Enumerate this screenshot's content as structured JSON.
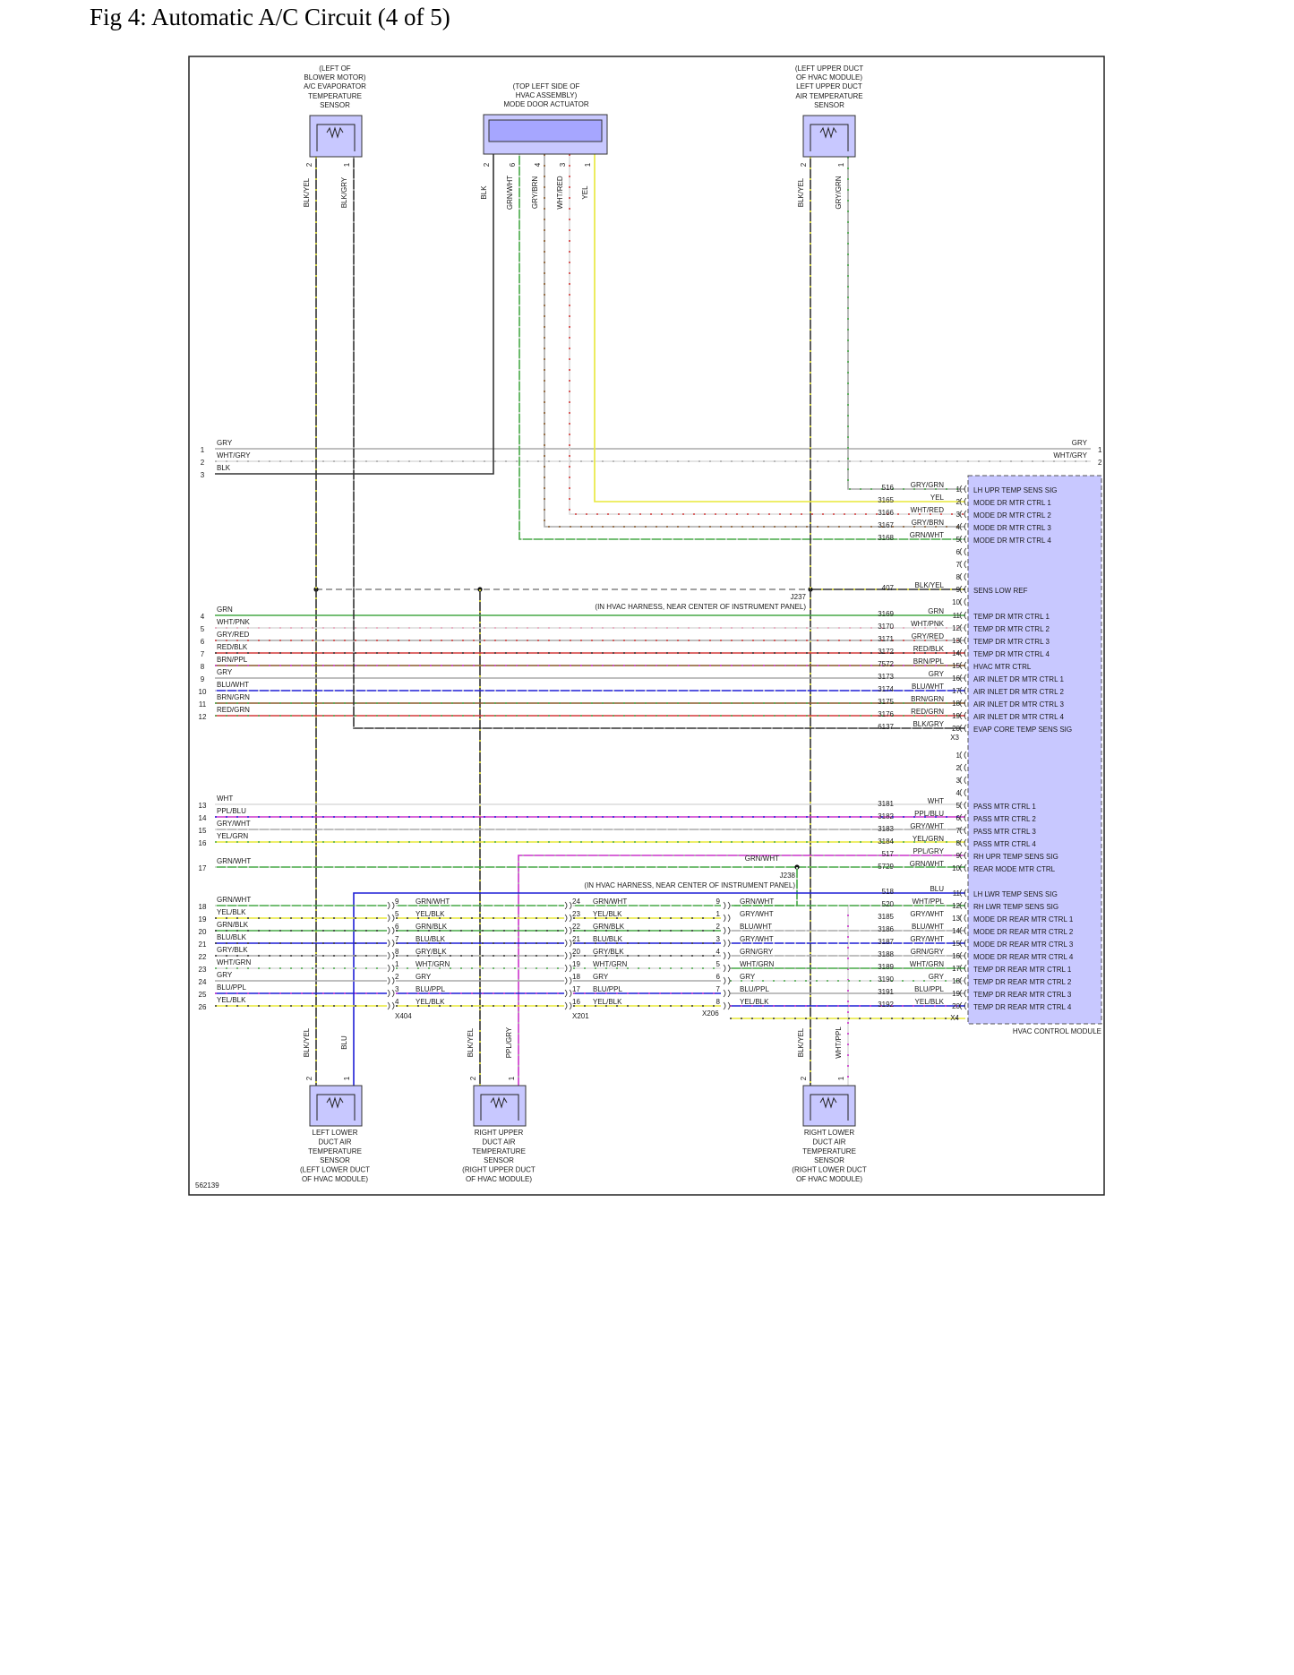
{
  "title": "Fig 4: Automatic A/C Circuit (4 of 5)",
  "diagram_id": "562139",
  "colors": {
    "GRY": "#aaaaaa",
    "WHT": "#dcdcdc",
    "BLK": "#333333",
    "YEL": "#e8e838",
    "GRN": "#46a946",
    "BLU": "#1f1fd6",
    "RED": "#d43a3a",
    "PPL": "#cc33cc",
    "BRN": "#8a5a2b",
    "PNK": "#e8a0b8",
    "module_fill": "#c8c8ff",
    "sensor_fill": "#c8c8ff",
    "frame": "#222222"
  },
  "top_components": [
    {
      "label": [
        "(LEFT OF",
        "BLOWER MOTOR)",
        "A/C EVAPORATOR",
        "TEMPERATURE",
        "SENSOR"
      ],
      "pins": [
        {
          "num": "2",
          "wire": "BLK/YEL"
        },
        {
          "num": "1",
          "wire": "BLK/GRY"
        }
      ]
    },
    {
      "label": [
        "(TOP LEFT SIDE OF",
        "HVAC ASSEMBLY)",
        "MODE DOOR ACTUATOR"
      ],
      "pins": [
        {
          "num": "2",
          "wire": "BLK"
        },
        {
          "num": "6",
          "wire": "GRN/WHT"
        },
        {
          "num": "4",
          "wire": "GRY/BRN"
        },
        {
          "num": "3",
          "wire": "WHT/RED"
        },
        {
          "num": "1",
          "wire": "YEL"
        }
      ]
    },
    {
      "label": [
        "(LEFT UPPER DUCT",
        "OF HVAC MODULE)",
        "LEFT UPPER DUCT",
        "AIR TEMPERATURE",
        "SENSOR"
      ],
      "pins": [
        {
          "num": "2",
          "wire": "BLK/YEL"
        },
        {
          "num": "1",
          "wire": "GRY/GRN"
        }
      ]
    }
  ],
  "bottom_components": [
    {
      "label": [
        "LEFT LOWER",
        "DUCT AIR",
        "TEMPERATURE",
        "SENSOR",
        "(LEFT LOWER DUCT",
        "OF HVAC MODULE)"
      ],
      "pins": [
        {
          "num": "2",
          "wire": "BLK/YEL"
        },
        {
          "num": "1",
          "wire": "BLU"
        }
      ]
    },
    {
      "label": [
        "RIGHT UPPER",
        "DUCT AIR",
        "TEMPERATURE",
        "SENSOR",
        "(RIGHT UPPER DUCT",
        "OF HVAC MODULE)"
      ],
      "pins": [
        {
          "num": "2",
          "wire": "BLK/YEL"
        },
        {
          "num": "1",
          "wire": "PPL/GRY"
        }
      ]
    },
    {
      "label": [
        "RIGHT LOWER",
        "DUCT AIR",
        "TEMPERATURE",
        "SENSOR",
        "(RIGHT LOWER DUCT",
        "OF HVAC MODULE)"
      ],
      "pins": [
        {
          "num": "2",
          "wire": "BLK/YEL"
        },
        {
          "num": "1",
          "wire": "WHT/PPL"
        }
      ]
    }
  ],
  "left_wires": [
    {
      "n": "1",
      "color": "GRY"
    },
    {
      "n": "2",
      "color": "WHT/GRY"
    },
    {
      "n": "3",
      "color": "BLK"
    },
    {
      "n": "4",
      "color": "GRN"
    },
    {
      "n": "5",
      "color": "WHT/PNK"
    },
    {
      "n": "6",
      "color": "GRY/RED"
    },
    {
      "n": "7",
      "color": "RED/BLK"
    },
    {
      "n": "8",
      "color": "BRN/PPL"
    },
    {
      "n": "9",
      "color": "GRY"
    },
    {
      "n": "10",
      "color": "BLU/WHT"
    },
    {
      "n": "11",
      "color": "BRN/GRN"
    },
    {
      "n": "12",
      "color": "RED/GRN"
    },
    {
      "n": "13",
      "color": "WHT"
    },
    {
      "n": "14",
      "color": "PPL/BLU"
    },
    {
      "n": "15",
      "color": "GRY/WHT"
    },
    {
      "n": "16",
      "color": "YEL/GRN"
    },
    {
      "n": "17",
      "color": "GRN/WHT"
    },
    {
      "n": "18",
      "color": "GRN/WHT"
    },
    {
      "n": "19",
      "color": "YEL/BLK"
    },
    {
      "n": "20",
      "color": "GRN/BLK"
    },
    {
      "n": "21",
      "color": "BLU/BLK"
    },
    {
      "n": "22",
      "color": "GRY/BLK"
    },
    {
      "n": "23",
      "color": "WHT/GRN"
    },
    {
      "n": "24",
      "color": "GRY"
    },
    {
      "n": "25",
      "color": "BLU/PPL"
    },
    {
      "n": "26",
      "color": "YEL/BLK"
    }
  ],
  "right_top_wires": [
    {
      "color": "GRY",
      "n": "1"
    },
    {
      "color": "WHT/GRY",
      "n": "2"
    }
  ],
  "module": {
    "name": "HVAC CONTROL MODULE",
    "connectors": {
      "x3": "X3",
      "x4": "X4"
    },
    "block1": [
      {
        "circuit": "516",
        "color": "GRY/GRN",
        "pin": "1",
        "func": "LH UPR TEMP SENS SIG"
      },
      {
        "circuit": "3165",
        "color": "YEL",
        "pin": "2",
        "func": "MODE DR MTR CTRL 1"
      },
      {
        "circuit": "3166",
        "color": "WHT/RED",
        "pin": "3",
        "func": "MODE DR MTR CTRL 2"
      },
      {
        "circuit": "3167",
        "color": "GRY/BRN",
        "pin": "4",
        "func": "MODE DR MTR CTRL 3"
      },
      {
        "circuit": "3168",
        "color": "GRN/WHT",
        "pin": "5",
        "func": "MODE DR MTR CTRL 4"
      },
      {
        "circuit": "",
        "color": "",
        "pin": "6",
        "func": ""
      },
      {
        "circuit": "",
        "color": "",
        "pin": "7",
        "func": ""
      },
      {
        "circuit": "",
        "color": "",
        "pin": "8",
        "func": ""
      },
      {
        "circuit": "407",
        "color": "BLK/YEL",
        "pin": "9",
        "func": "SENS LOW REF"
      },
      {
        "circuit": "",
        "color": "",
        "pin": "10",
        "func": ""
      },
      {
        "circuit": "3169",
        "color": "GRN",
        "pin": "11",
        "func": "TEMP DR MTR CTRL 1"
      },
      {
        "circuit": "3170",
        "color": "WHT/PNK",
        "pin": "12",
        "func": "TEMP DR MTR CTRL 2"
      },
      {
        "circuit": "3171",
        "color": "GRY/RED",
        "pin": "13",
        "func": "TEMP DR MTR CTRL 3"
      },
      {
        "circuit": "3172",
        "color": "RED/BLK",
        "pin": "14",
        "func": "TEMP DR MTR CTRL 4"
      },
      {
        "circuit": "7572",
        "color": "BRN/PPL",
        "pin": "15",
        "func": "HVAC MTR CTRL"
      },
      {
        "circuit": "3173",
        "color": "GRY",
        "pin": "16",
        "func": "AIR INLET DR MTR CTRL 1"
      },
      {
        "circuit": "3174",
        "color": "BLU/WHT",
        "pin": "17",
        "func": "AIR INLET DR MTR CTRL 2"
      },
      {
        "circuit": "3175",
        "color": "BRN/GRN",
        "pin": "18",
        "func": "AIR INLET DR MTR CTRL 3"
      },
      {
        "circuit": "3176",
        "color": "RED/GRN",
        "pin": "19",
        "func": "AIR INLET DR MTR CTRL 4"
      },
      {
        "circuit": "6137",
        "color": "BLK/GRY",
        "pin": "20",
        "func": "EVAP CORE TEMP SENS SIG"
      }
    ],
    "block2": [
      {
        "circuit": "",
        "color": "",
        "pin": "1",
        "func": ""
      },
      {
        "circuit": "",
        "color": "",
        "pin": "2",
        "func": ""
      },
      {
        "circuit": "",
        "color": "",
        "pin": "3",
        "func": ""
      },
      {
        "circuit": "",
        "color": "",
        "pin": "4",
        "func": ""
      },
      {
        "circuit": "3181",
        "color": "WHT",
        "pin": "5",
        "func": "PASS MTR CTRL 1"
      },
      {
        "circuit": "3182",
        "color": "PPL/BLU",
        "pin": "6",
        "func": "PASS MTR CTRL 2"
      },
      {
        "circuit": "3183",
        "color": "GRY/WHT",
        "pin": "7",
        "func": "PASS MTR CTRL 3"
      },
      {
        "circuit": "3184",
        "color": "YEL/GRN",
        "pin": "8",
        "func": "PASS MTR CTRL 4"
      },
      {
        "circuit": "517",
        "color": "PPL/GRY",
        "pin": "9",
        "func": "RH UPR TEMP SENS SIG"
      },
      {
        "circuit": "5729",
        "color": "GRN/WHT",
        "pin": "10",
        "func": "REAR MODE MTR CTRL"
      },
      {
        "circuit": "518",
        "color": "BLU",
        "pin": "11",
        "func": "LH LWR TEMP SENS SIG"
      },
      {
        "circuit": "520",
        "color": "WHT/PPL",
        "pin": "12",
        "func": "RH LWR TEMP SENS SIG"
      },
      {
        "circuit": "3185",
        "color": "GRY/WHT",
        "pin": "13",
        "func": "MODE DR REAR MTR CTRL 1"
      },
      {
        "circuit": "3186",
        "color": "BLU/WHT",
        "pin": "14",
        "func": "MODE DR REAR MTR CTRL 2"
      },
      {
        "circuit": "3187",
        "color": "GRY/WHT",
        "pin": "15",
        "func": "MODE DR REAR MTR CTRL 3"
      },
      {
        "circuit": "3188",
        "color": "GRN/GRY",
        "pin": "16",
        "func": "MODE DR REAR MTR CTRL 4"
      },
      {
        "circuit": "3189",
        "color": "WHT/GRN",
        "pin": "17",
        "func": "TEMP DR REAR MTR CTRL 1"
      },
      {
        "circuit": "3190",
        "color": "GRY",
        "pin": "18",
        "func": "TEMP DR REAR MTR CTRL 2"
      },
      {
        "circuit": "3191",
        "color": "BLU/PPL",
        "pin": "19",
        "func": "TEMP DR REAR MTR CTRL 3"
      },
      {
        "circuit": "3192",
        "color": "YEL/BLK",
        "pin": "20",
        "func": "TEMP DR REAR MTR CTRL 4"
      }
    ]
  },
  "splices": {
    "j237": {
      "name": "J237",
      "note": "(IN HVAC HARNESS, NEAR CENTER OF INSTRUMENT PANEL)"
    },
    "j238": {
      "name": "J238",
      "note": "(IN HVAC HARNESS, NEAR CENTER OF INSTRUMENT PANEL)",
      "wire": "GRN/WHT"
    }
  },
  "inline_connectors": [
    {
      "name": "X404",
      "rows": [
        {
          "pin": "9",
          "color": "GRN/WHT"
        },
        {
          "pin": "5",
          "color": "YEL/BLK"
        },
        {
          "pin": "6",
          "color": "GRN/BLK"
        },
        {
          "pin": "7",
          "color": "BLU/BLK"
        },
        {
          "pin": "8",
          "color": "GRY/BLK"
        },
        {
          "pin": "1",
          "color": "WHT/GRN"
        },
        {
          "pin": "2",
          "color": "GRY"
        },
        {
          "pin": "3",
          "color": "BLU/PPL"
        },
        {
          "pin": "4",
          "color": "YEL/BLK"
        }
      ]
    },
    {
      "name": "X201",
      "rows": [
        {
          "pin": "24",
          "color": "GRN/WHT"
        },
        {
          "pin": "23",
          "color": "YEL/BLK"
        },
        {
          "pin": "22",
          "color": "GRN/BLK"
        },
        {
          "pin": "21",
          "color": "BLU/BLK"
        },
        {
          "pin": "20",
          "color": "GRY/BLK"
        },
        {
          "pin": "19",
          "color": "WHT/GRN"
        },
        {
          "pin": "18",
          "color": "GRY"
        },
        {
          "pin": "17",
          "color": "BLU/PPL"
        },
        {
          "pin": "16",
          "color": "YEL/BLK"
        }
      ]
    },
    {
      "name": "X206",
      "rows": [
        {
          "pin": "9",
          "color": "GRN/WHT"
        },
        {
          "pin": "1",
          "color": "GRY/WHT"
        },
        {
          "pin": "2",
          "color": "BLU/WHT"
        },
        {
          "pin": "3",
          "color": "GRY/WHT"
        },
        {
          "pin": "4",
          "color": "GRN/GRY"
        },
        {
          "pin": "5",
          "color": "WHT/GRN"
        },
        {
          "pin": "6",
          "color": "GRY"
        },
        {
          "pin": "7",
          "color": "BLU/PPL"
        },
        {
          "pin": "8",
          "color": "YEL/BLK"
        }
      ]
    }
  ]
}
